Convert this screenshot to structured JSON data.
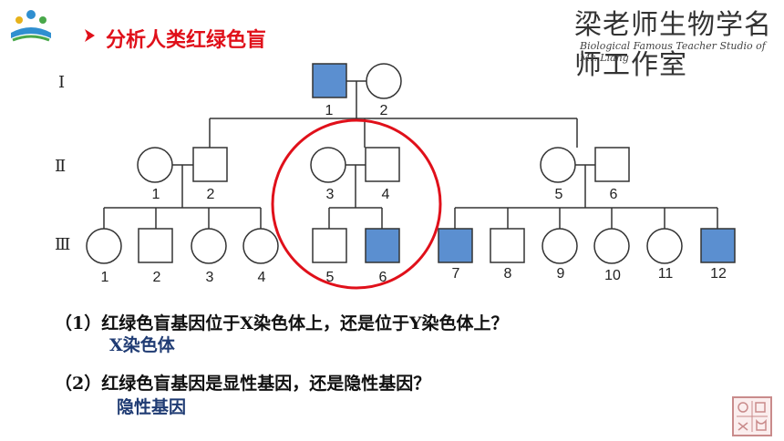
{
  "header": {
    "title": "分析人类红绿色盲",
    "brand_cn": "梁老师生物学名师工作室",
    "brand_en": "Biological Famous Teacher Studio of Mr. Liang"
  },
  "pedigree": {
    "generations": [
      "Ⅰ",
      "Ⅱ",
      "Ⅲ"
    ],
    "gen1": {
      "labels": [
        "1",
        "2"
      ]
    },
    "gen2": {
      "labels": [
        "1",
        "2",
        "3",
        "4",
        "5",
        "6"
      ]
    },
    "gen3": {
      "labels": [
        "1",
        "2",
        "3",
        "4",
        "5",
        "6",
        "7",
        "8",
        "9",
        "10",
        "11",
        "12"
      ]
    },
    "affected_color": "#5b8fd0",
    "highlight_color": "#e0101a"
  },
  "questions": [
    {
      "q": "（1）红绿色盲基因位于X染色体上，还是位于Y染色体上？",
      "a": "X染色体"
    },
    {
      "q": "（2）红绿色盲基因是显性基因，还是隐性基因？",
      "a": "隐性基因"
    }
  ]
}
